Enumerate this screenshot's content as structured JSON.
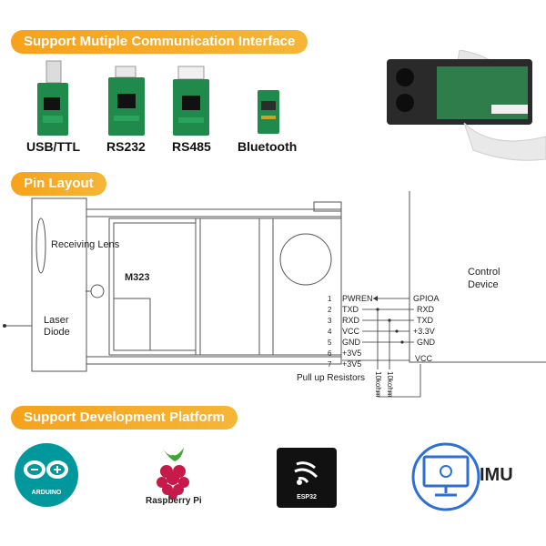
{
  "section_comm": {
    "title": "Support Mutiple Communication Interface"
  },
  "interfaces": [
    {
      "name": "USB/TTL",
      "board_color": "#1f8a4c"
    },
    {
      "name": "RS232",
      "board_color": "#1f8a4c"
    },
    {
      "name": "RS485",
      "board_color": "#1f8a4c"
    },
    {
      "name": "Bluetooth",
      "board_color": "#1f8a4c"
    }
  ],
  "section_pins": {
    "title": "Pin Layout"
  },
  "pin_diagram": {
    "receiving_lens": "Receiving Lens",
    "laser_diode_line1": "Laser",
    "laser_diode_line2": "Diode",
    "module_name": "M323",
    "control_device_line1": "Control",
    "control_device_line2": "Device",
    "pullup_label": "Pull up Resistors",
    "resistor_1": "10kohm",
    "resistor_2": "10kohm",
    "vcc_label": "VCC",
    "pins": [
      {
        "num": "1",
        "name": "PWREN",
        "target": "GPIOA"
      },
      {
        "num": "2",
        "name": "TXD",
        "target": "RXD"
      },
      {
        "num": "3",
        "name": "RXD",
        "target": "TXD"
      },
      {
        "num": "4",
        "name": "VCC",
        "target": "+3.3V"
      },
      {
        "num": "5",
        "name": "GND",
        "target": "GND"
      },
      {
        "num": "6",
        "name": "+3V5",
        "target": ""
      },
      {
        "num": "7",
        "name": "+3V5",
        "target": ""
      }
    ]
  },
  "section_platform": {
    "title": "Support Development Platform"
  },
  "platforms": {
    "arduino_logo_text": "ARDUINO",
    "raspberry_label": "Raspberry Pi",
    "esp32_chip_text": "ESP32",
    "imu_label": "IMU"
  },
  "colors": {
    "banner": "#f7a21b",
    "arduino": "#00979d",
    "raspberry": "#c51a4a",
    "imu_blue": "#2e6fd6"
  }
}
